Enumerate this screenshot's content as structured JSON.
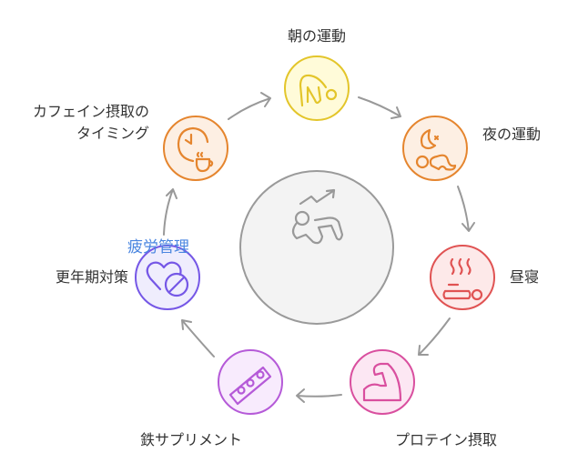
{
  "center": {
    "label": "疲労管理",
    "icon": "fatigue-person-icon"
  },
  "nodes": [
    {
      "label": "朝の運動",
      "icon": "stretching-person-icon",
      "stroke": "#e3c52a",
      "fill": "#fffbd9"
    },
    {
      "label": "夜の運動",
      "icon": "night-exercise-icon",
      "stroke": "#e5852e",
      "fill": "#fdefe3"
    },
    {
      "label": "昼寝",
      "icon": "nap-icon",
      "stroke": "#e05353",
      "fill": "#fde9e9"
    },
    {
      "label": "プロテイン摂取",
      "icon": "muscle-arm-icon",
      "stroke": "#d94f9f",
      "fill": "#fce7f3"
    },
    {
      "label": "鉄サプリメント",
      "icon": "pill-strip-icon",
      "stroke": "#b55ad8",
      "fill": "#f8ebfd"
    },
    {
      "label": "更年期対策",
      "icon": "heart-pill-icon",
      "stroke": "#7557e6",
      "fill": "#efedfd"
    },
    {
      "label_line1": "カフェイン摂取の",
      "label_line2": "タイミング",
      "icon": "clock-coffee-icon",
      "stroke": "#e5852e",
      "fill": "#fdefe3"
    }
  ],
  "colors": {
    "center_text": "#4a86e0",
    "arrow": "#999999",
    "center_fill": "#f3f3f3"
  }
}
